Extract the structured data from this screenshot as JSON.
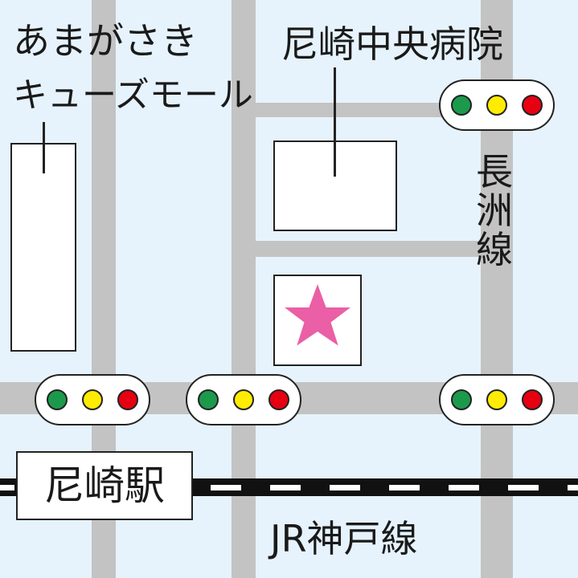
{
  "labels": {
    "mall_line1": "あまがさき",
    "mall_line2": "キューズモール",
    "hospital": "尼崎中央病院",
    "nagasu_line": [
      "長",
      "洲",
      "線"
    ],
    "station": "尼崎駅",
    "jr_line": "JR神戸線"
  },
  "icons": {
    "destination": "star-icon",
    "traffic_signal": "traffic-signal-icon"
  },
  "colors": {
    "background": "#e6f3fc",
    "road": "#c3c3c3",
    "star": "#ea5fa5",
    "signal_green": "#1c9a4c",
    "signal_yellow": "#ffec00",
    "signal_red": "#e60012"
  }
}
